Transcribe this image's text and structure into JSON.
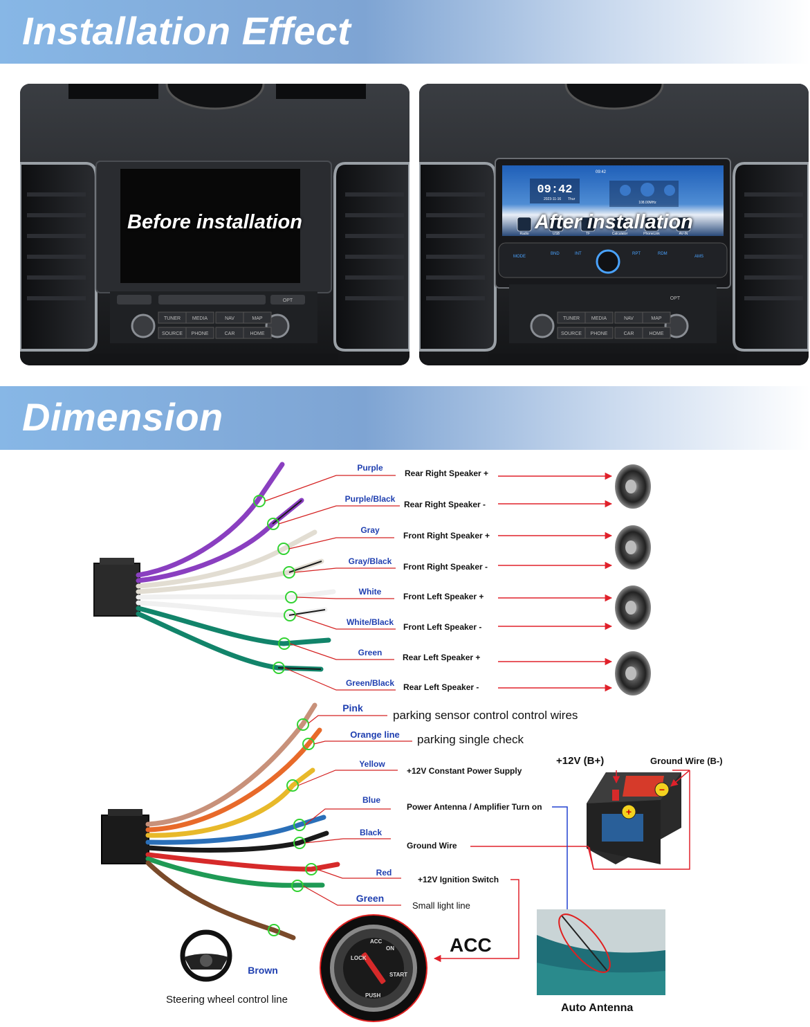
{
  "header1": {
    "title": "Installation Effect"
  },
  "before": {
    "label": "Before installation",
    "buttons": [
      "TUNER",
      "MEDIA",
      "NAV",
      "MAP",
      "SOURCE",
      "PHONE",
      "CAR",
      "HOME",
      "OPT"
    ]
  },
  "after": {
    "label": "After installation",
    "clock": "09:42",
    "date": "2023-11-16",
    "day": "Thur",
    "status_time": "09:42",
    "freq": "108.00MHz",
    "apps": [
      "Radio",
      "USB",
      "TF",
      "Calculator",
      "PhoneLink",
      "AV-IN"
    ],
    "buttons": [
      "TUNER",
      "MEDIA",
      "NAV",
      "MAP",
      "SOURCE",
      "PHONE",
      "CAR",
      "HOME",
      "OPT"
    ]
  },
  "header2": {
    "title": "Dimension"
  },
  "speakers": [
    {
      "color": "Purple",
      "function": "Rear Right Speaker +",
      "hex": "#8a3fc0"
    },
    {
      "color": "Purple/Black",
      "function": "Rear Right Speaker -",
      "hex": "#8a3fc0"
    },
    {
      "color": "Gray",
      "function": "Front Right Speaker +",
      "hex": "#d8d4cb"
    },
    {
      "color": "Gray/Black",
      "function": "Front Right Speaker -",
      "hex": "#d8d4cb"
    },
    {
      "color": "White",
      "function": "Front Left Speaker +",
      "hex": "#f2f2f2"
    },
    {
      "color": "White/Black",
      "function": "Front Left Speaker -",
      "hex": "#f2f2f2"
    },
    {
      "color": "Green",
      "function": "Rear Left Speaker +",
      "hex": "#12846a"
    },
    {
      "color": "Green/Black",
      "function": "Rear Left Speaker -",
      "hex": "#12846a"
    }
  ],
  "power": [
    {
      "color": "Pink",
      "function": "parking sensor control control wires",
      "hex": "#c8917a"
    },
    {
      "color": "Orange line",
      "function": "parking single check",
      "hex": "#e86a2a"
    },
    {
      "color": "Yellow",
      "function": "+12V Constant Power Supply",
      "hex": "#e8b92a"
    },
    {
      "color": "Blue",
      "function": "Power Antenna / Amplifier Turn on",
      "hex": "#2a6fb8"
    },
    {
      "color": "Black",
      "function": "Ground Wire",
      "hex": "#1a1a1a"
    },
    {
      "color": "Red",
      "function": "+12V  Ignition Switch",
      "hex": "#d62a2a"
    },
    {
      "color": "Green",
      "function": "Small light line",
      "hex": "#1f9a55"
    },
    {
      "color": "Brown",
      "function": "Steering wheel control line",
      "hex": "#7a4a2a"
    }
  ],
  "battery": {
    "positive": "+12V  (B+)",
    "ground": "Ground Wire (B-)"
  },
  "acc": "ACC",
  "antenna": "Auto Antenna",
  "colors": {
    "arrow": "#e0202a",
    "label_blue": "#1f3fb0",
    "leader": "#d42020",
    "header_text": "#ffffff"
  }
}
